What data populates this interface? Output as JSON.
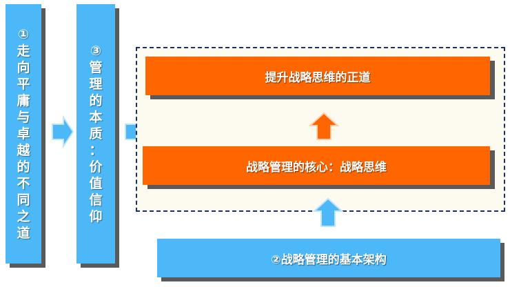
{
  "left_column": {
    "label": "①走向平庸与卓越的不同之道",
    "chars": [
      "①",
      "走",
      "向",
      "平",
      "庸",
      "与",
      "卓",
      "越",
      "的",
      "不",
      "同",
      "之",
      "道"
    ]
  },
  "middle_column": {
    "label": "③管理的本质：价值信仰",
    "chars": [
      "③",
      "管",
      "理",
      "的",
      "本",
      "质",
      "：",
      "价",
      "值",
      "信",
      "仰"
    ]
  },
  "top_box": {
    "label": "提升战略思维的正道"
  },
  "core_box": {
    "label": "战略管理的核心：战略思维"
  },
  "bottom_box": {
    "label": "②战略管理的基本架构"
  },
  "colors": {
    "blue": "#4db8f7",
    "orange": "#ff6600",
    "dash_border": "#1a2e6b"
  }
}
